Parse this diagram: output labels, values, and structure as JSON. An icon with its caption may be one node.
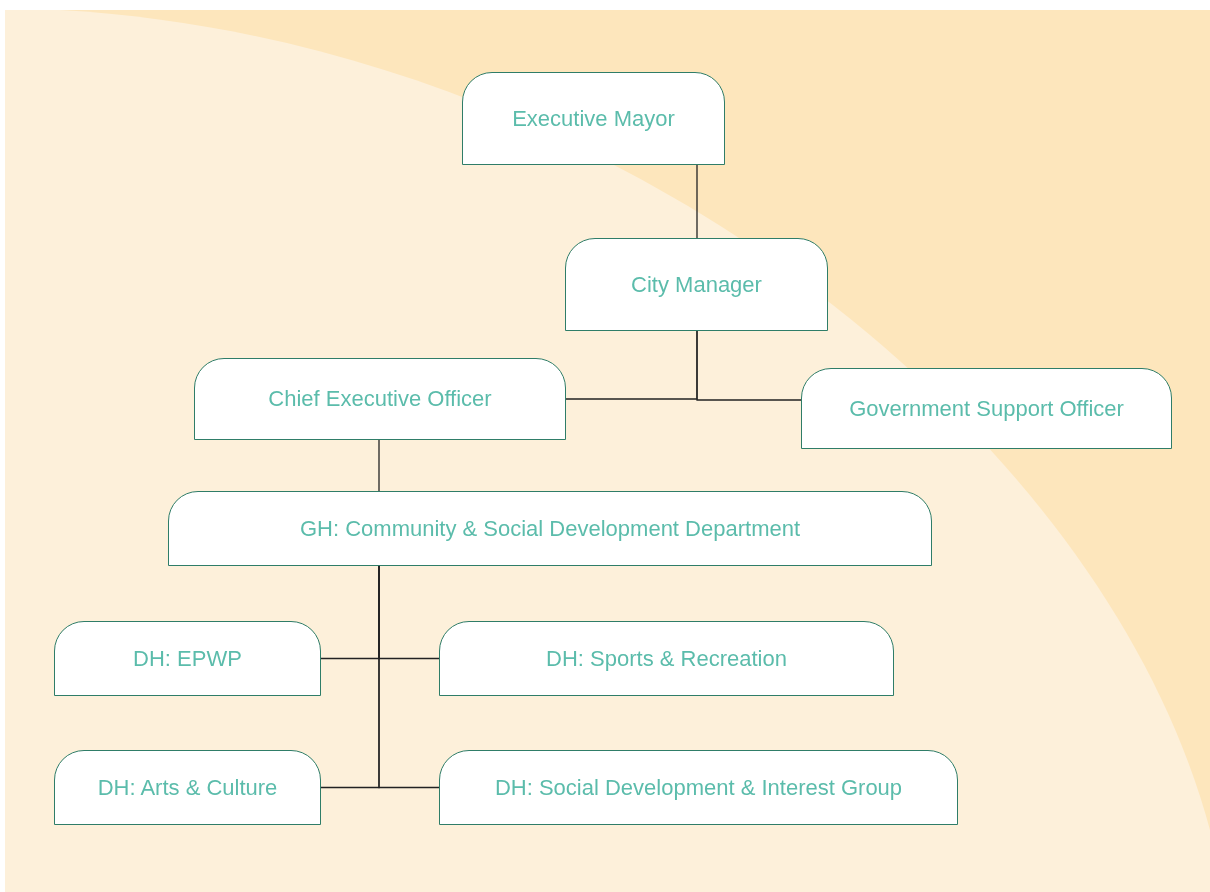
{
  "diagram": {
    "nodes": [
      {
        "text": [
          "Executive Mayor"
        ]
      },
      {
        "text": [
          "City Manager"
        ]
      },
      {
        "text": [
          "Chief Executive Officer"
        ]
      },
      {
        "text": [
          "Government Support Officer"
        ]
      },
      {
        "text": [
          "GH: Community & Social Development Department"
        ]
      },
      {
        "text": [
          "DH: EPWP"
        ]
      },
      {
        "text": [
          "DH: Sports & Recreation"
        ]
      },
      {
        "text": [
          "DH: Arts & Culture"
        ]
      },
      {
        "text": [
          "DH: Social Development & Interest Group"
        ]
      }
    ],
    "edges": [
      {
        "from": 0,
        "to": 1,
        "arrow": "none"
      },
      {
        "from": 1,
        "to": 2,
        "arrow": "none"
      },
      {
        "from": 1,
        "to": 3,
        "arrow": "none"
      },
      {
        "from": 2,
        "to": 4,
        "arrow": "none"
      },
      {
        "from": 4,
        "to": 5,
        "arrow": "none"
      },
      {
        "from": 4,
        "to": 6,
        "arrow": "none"
      },
      {
        "from": 4,
        "to": 7,
        "arrow": "none"
      },
      {
        "from": 4,
        "to": 8,
        "arrow": "none"
      }
    ]
  }
}
